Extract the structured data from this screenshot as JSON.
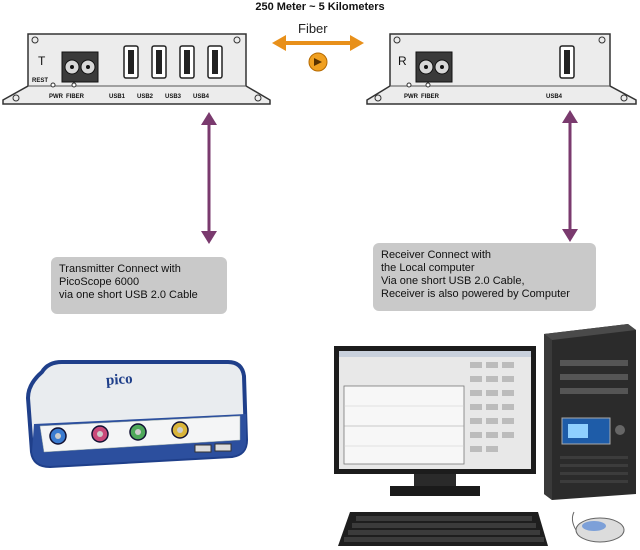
{
  "diagram": {
    "title": "250 Meter ~ 5 Kilometers",
    "link_label": "Fiber",
    "transmitter": {
      "letter": "T",
      "ports": [
        "REST",
        "PWR",
        "FIBER",
        "USB1",
        "USB2",
        "USB3",
        "USB4"
      ]
    },
    "receiver": {
      "letter": "R",
      "ports": [
        "PWR",
        "FIBER",
        "USB4"
      ]
    },
    "callouts": {
      "transmitter": [
        "Transmitter Connect with",
        "PicoScope 6000",
        "via one short USB 2.0 Cable"
      ],
      "receiver": [
        "Receiver Connect with",
        "the Local computer",
        "Via one short USB 2.0 Cable,",
        "Receiver is also powered by Computer"
      ]
    },
    "device_brand": "pico",
    "colors": {
      "fiber_arrow": "#e8901a",
      "link_arrow": "#7a3a6e",
      "callout_bg": "#c9c9c9"
    }
  }
}
